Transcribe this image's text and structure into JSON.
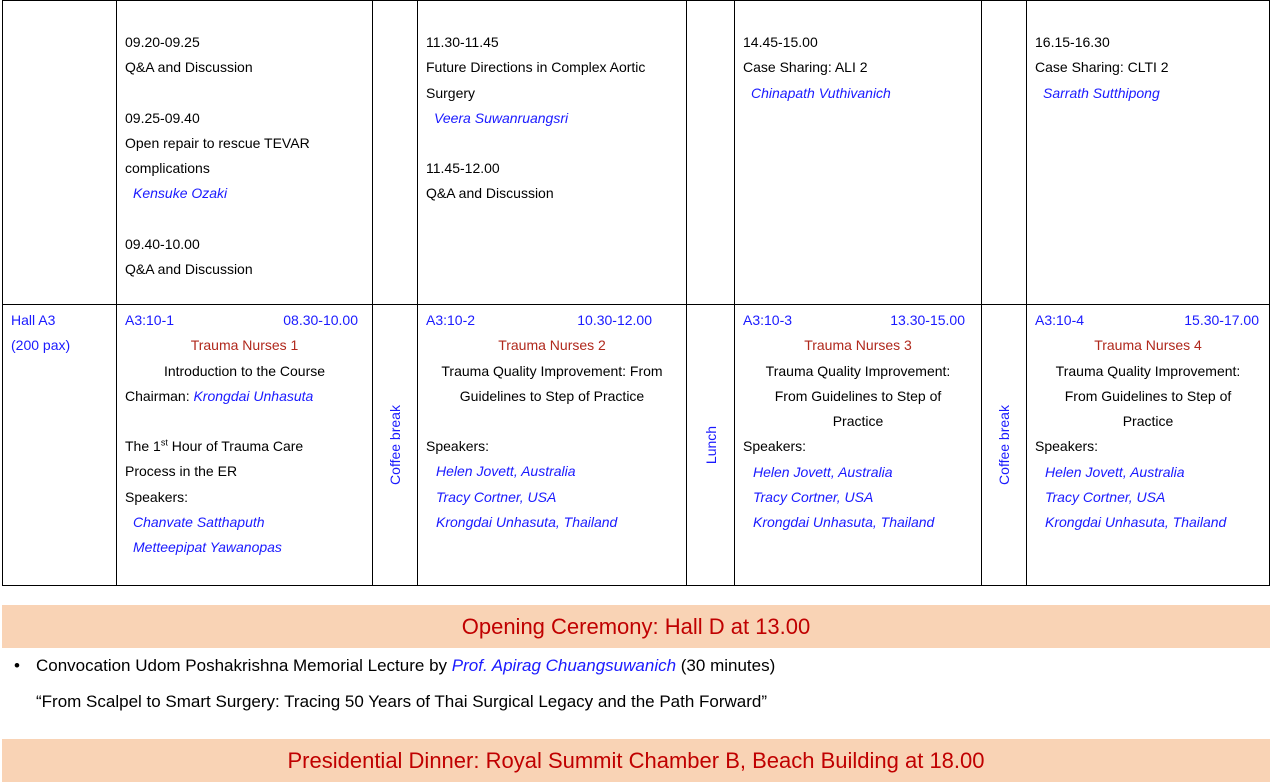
{
  "upper_row": {
    "col1": [
      {
        "time": "09.20-09.25",
        "title_lines": [
          "Q&A and Discussion"
        ],
        "speaker": ""
      },
      {
        "time": "09.25-09.40",
        "title_lines": [
          "Open repair to rescue TEVAR",
          "complications"
        ],
        "speaker": "Kensuke Ozaki"
      },
      {
        "time": "09.40-10.00",
        "title_lines": [
          "Q&A and Discussion"
        ],
        "speaker": ""
      }
    ],
    "col2": [
      {
        "time": "11.30-11.45",
        "title_lines": [
          "Future Directions in Complex Aortic",
          "Surgery"
        ],
        "speaker": "Veera Suwanruangsri"
      },
      {
        "time": "11.45-12.00",
        "title_lines": [
          "Q&A and Discussion"
        ],
        "speaker": ""
      }
    ],
    "col3": [
      {
        "time": "14.45-15.00",
        "title_lines": [
          "Case Sharing: ALI 2"
        ],
        "speaker": "Chinapath Vuthivanich"
      }
    ],
    "col4": [
      {
        "time": "16.15-16.30",
        "title_lines": [
          "Case Sharing: CLTI 2"
        ],
        "speaker": "Sarrath Sutthipong"
      }
    ]
  },
  "hall": {
    "name": "Hall A3",
    "capacity": "(200 pax)"
  },
  "breaks": {
    "coffee1": "Coffee break",
    "lunch": "Lunch",
    "coffee2": "Coffee break"
  },
  "sessions": [
    {
      "code": "A3:10-1",
      "time": "08.30-10.00",
      "name": "Trauma Nurses 1",
      "topic_lines": [
        "Introduction to the Course"
      ],
      "chair_label": "Chairman: ",
      "chair": "Krongdai Unhasuta",
      "sub_title_pre": "The 1",
      "sub_title_sup": "st",
      "sub_title_post": " Hour of Trauma Care",
      "sub_title_line2": "Process in the ER",
      "speakers_label": "Speakers:",
      "speakers": [
        "Chanvate Satthaputh",
        "Metteepipat Yawanopas"
      ]
    },
    {
      "code": "A3:10-2",
      "time": "10.30-12.00",
      "name": "Trauma Nurses 2",
      "topic_lines": [
        "Trauma Quality Improvement: From",
        "Guidelines to Step of Practice"
      ],
      "speakers_label": "Speakers:",
      "speakers": [
        "Helen Jovett, Australia",
        "Tracy Cortner, USA",
        "Krongdai Unhasuta, Thailand"
      ]
    },
    {
      "code": "A3:10-3",
      "time": "13.30-15.00",
      "name": "Trauma Nurses 3",
      "topic_lines": [
        "Trauma Quality Improvement:",
        "From Guidelines to Step of",
        "Practice"
      ],
      "speakers_label": "Speakers:",
      "speakers": [
        "Helen Jovett, Australia",
        "Tracy Cortner, USA",
        "Krongdai Unhasuta, Thailand"
      ]
    },
    {
      "code": "A3:10-4",
      "time": "15.30-17.00",
      "name": "Trauma Nurses 4",
      "topic_lines": [
        "Trauma Quality Improvement:",
        "From Guidelines to Step of",
        "Practice"
      ],
      "speakers_label": "Speakers:",
      "speakers": [
        "Helen Jovett, Australia",
        "Tracy Cortner, USA",
        "Krongdai Unhasuta, Thailand"
      ]
    }
  ],
  "opening": {
    "heading": "Opening Ceremony: Hall D at 13.00",
    "bullet": "•",
    "lecture_pre": "Convocation Udom Poshakrishna Memorial Lecture by ",
    "lecturer": "Prof. Apirag Chuangsuwanich",
    "lecture_post": " (30 minutes)",
    "lecture_title": "“From Scalpel to Smart Surgery: Tracing 50 Years of Thai Surgical Legacy and the Path Forward”"
  },
  "dinner": {
    "heading": "Presidential Dinner: Royal Summit Chamber B, Beach Building at 18.00"
  },
  "colors": {
    "accent_blue": "#1a1aff",
    "session_red": "#b0281c",
    "banner_bg": "#f9d3b5",
    "banner_text": "#c00000"
  }
}
